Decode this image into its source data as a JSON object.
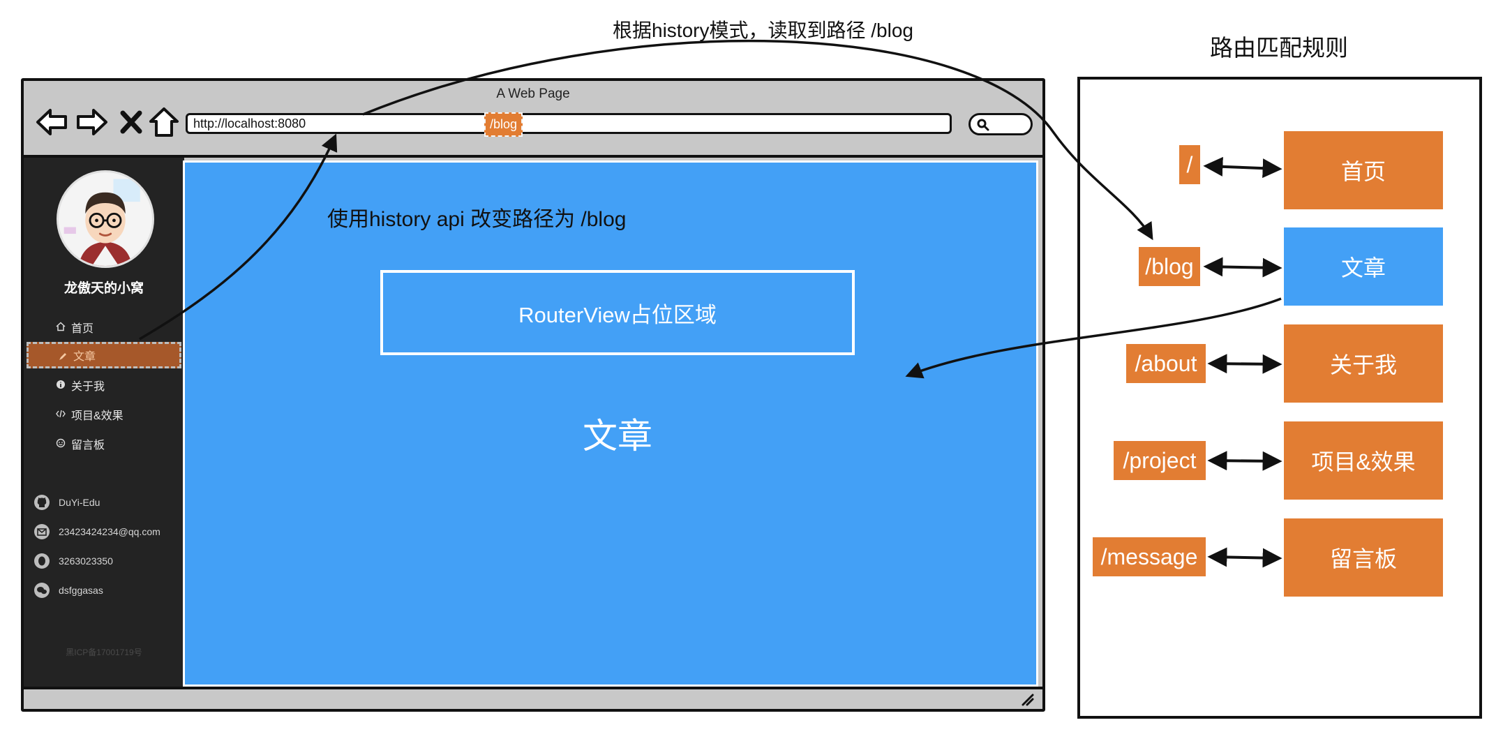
{
  "browser": {
    "window_title": "A Web Page",
    "url_base": "http://localhost:8080",
    "url_path": "/blog"
  },
  "sidebar": {
    "site_name": "龙傲天的小窝",
    "menu": [
      {
        "label": "首页",
        "icon": "home-icon",
        "active": false
      },
      {
        "label": "文章",
        "icon": "article-icon",
        "active": true
      },
      {
        "label": "关于我",
        "icon": "info-icon",
        "active": false
      },
      {
        "label": "项目&效果",
        "icon": "code-icon",
        "active": false
      },
      {
        "label": "留言板",
        "icon": "chat-icon",
        "active": false
      }
    ],
    "contacts": [
      {
        "text": "DuYi-Edu",
        "icon": "github-icon"
      },
      {
        "text": "23423424234@qq.com",
        "icon": "mail-icon"
      },
      {
        "text": "3263023350",
        "icon": "qq-icon"
      },
      {
        "text": "dsfggasas",
        "icon": "wechat-icon"
      }
    ],
    "icp": "黑ICP备17001719号"
  },
  "content": {
    "history_note": "使用history api 改变路径为 /blog",
    "routerview_label": "RouterView占位区域",
    "page_heading": "文章"
  },
  "annotation": {
    "read_note": "根据history模式，读取到路径 /blog"
  },
  "routes": {
    "title": "路由匹配规则",
    "rules": [
      {
        "path": "/",
        "page": "首页",
        "page_color": "#e27d33"
      },
      {
        "path": "/blog",
        "page": "文章",
        "page_color": "#43a0f6"
      },
      {
        "path": "/about",
        "page": "关于我",
        "page_color": "#e27d33"
      },
      {
        "path": "/project",
        "page": "项目&效果",
        "page_color": "#e27d33"
      },
      {
        "path": "/message",
        "page": "留言板",
        "page_color": "#e27d33"
      }
    ]
  },
  "colors": {
    "accent_orange": "#e27d33",
    "content_blue": "#43a0f6",
    "sidebar_dark": "#232323",
    "active_item": "#a6582a"
  }
}
